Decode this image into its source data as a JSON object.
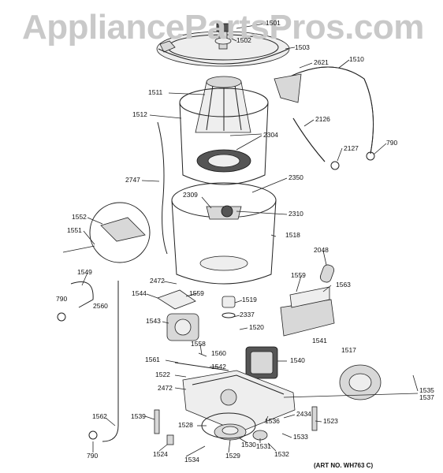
{
  "watermark": "AppliancePartsPros.com",
  "art_number": "(ART NO. WH763 C)",
  "callouts": {
    "p1501": "1501",
    "p1502": "1502",
    "p1503": "1503",
    "p2621": "2621",
    "p1510": "1510",
    "p1511": "1511",
    "p1512": "1512",
    "p2126": "2126",
    "p2304": "2304",
    "p2127": "2127",
    "p790a": "790",
    "p2747": "2747",
    "p2350": "2350",
    "p2309": "2309",
    "p2310": "2310",
    "p1552": "1552",
    "p1551": "1551",
    "p1518": "1518",
    "p2048": "2048",
    "p1549": "1549",
    "p2472a": "2472",
    "p1544": "1544",
    "p1559a": "1559",
    "p1559b": "1559",
    "p1563": "1563",
    "p790b": "790",
    "p2560": "2560",
    "p1519": "1519",
    "p2337": "2337",
    "p1543": "1543",
    "p1520": "1520",
    "p1541": "1541",
    "p1558": "1558",
    "p1517": "1517",
    "p1560": "1560",
    "p1561": "1561",
    "p1542": "1542",
    "p1540": "1540",
    "p1522": "1522",
    "p2472b": "2472",
    "p1535": "1535",
    "p1537": "1537",
    "p1539": "1539",
    "p2434": "2434",
    "p1562": "1562",
    "p1528": "1528",
    "p1536": "1536",
    "p1523": "1523",
    "p1533": "1533",
    "p1530": "1530",
    "p1531": "1531",
    "p1532": "1532",
    "p790c": "790",
    "p1524": "1524",
    "p1534": "1534",
    "p1529": "1529"
  }
}
